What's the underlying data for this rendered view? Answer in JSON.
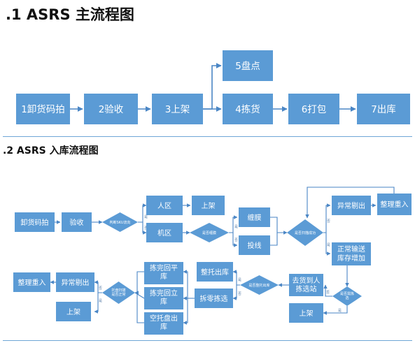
{
  "section1": {
    "title": ".1 ASRS 主流程图",
    "nodes": {
      "unload": "1卸货码拍",
      "inspect": "2验收",
      "shelve": "3上架",
      "count": "5盘点",
      "pick": "4拣货",
      "pack": "6打包",
      "ship": "7出库"
    }
  },
  "section2": {
    "title": ".2 ASRS 入库流程图",
    "nodes": {
      "unload": "卸货码拍",
      "inspect": "验收",
      "manual_zone": "人区",
      "manual_shelve": "上架",
      "machine_zone": "机区",
      "wrap": "缠膜",
      "put_line": "投线",
      "exception_top": "异常剔出",
      "reorganize_top": "整理重入",
      "normal_convey": "正常输送库存增加",
      "to_picking_station": "去货到人拣选站",
      "whole_pallet_out": "整托出库",
      "partial_pick": "拆零拣选",
      "return_flat": "拣完回平库",
      "return_stereo": "拣完回立库",
      "empty_pallet_out": "空托盘出库",
      "exception_bottom": "异常剔出",
      "reorganize_bottom": "整理重入",
      "shelve_bottom": "上架",
      "shelve_station": "上架"
    },
    "decisions": {
      "judge_sku": "判断SKU流向",
      "judge_wrap": "是否缠膜",
      "judge_scan": "是否扫描成功",
      "judge_pick": "是否需拣选",
      "judge_whole": "是否整托出库",
      "judge_pallet": "托盘扫描是否正常"
    }
  }
}
